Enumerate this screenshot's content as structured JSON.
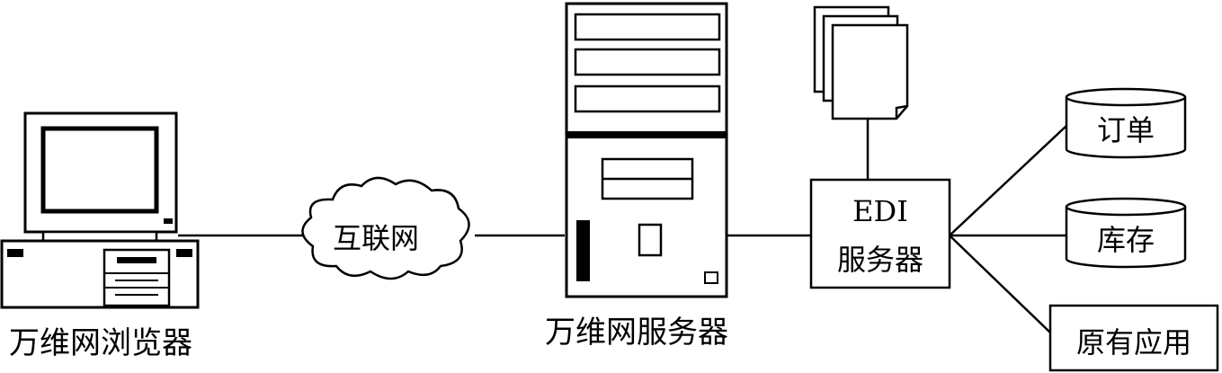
{
  "labels": {
    "browser": "万维网浏览器",
    "internet": "互联网",
    "web_server": "万维网服务器",
    "edi_line1": "EDI",
    "edi_line2": "服务器",
    "orders": "订单",
    "inventory": "库存",
    "legacy_app": "原有应用"
  }
}
